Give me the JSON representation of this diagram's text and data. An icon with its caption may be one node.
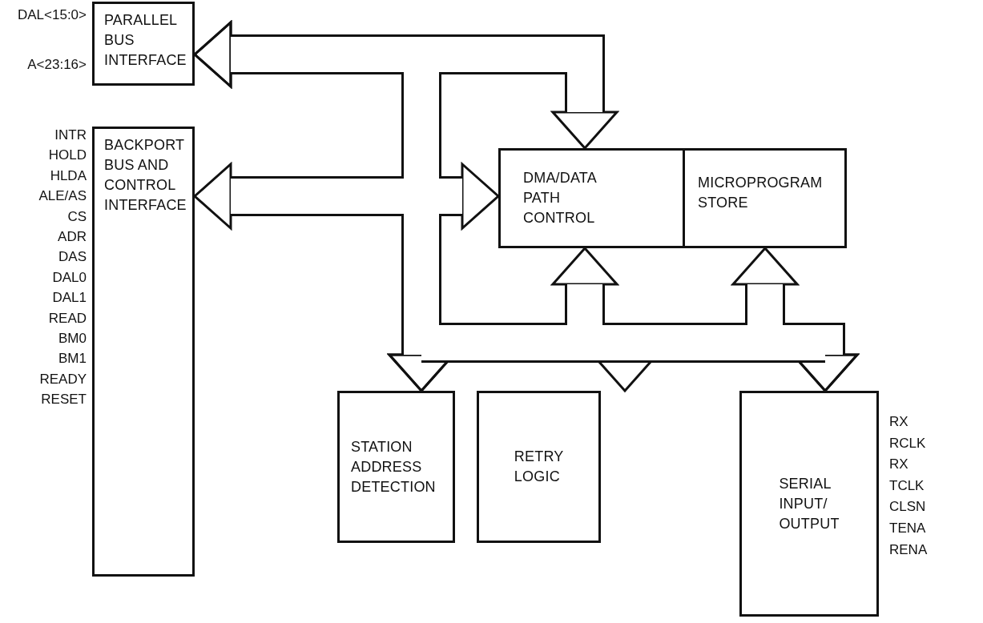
{
  "diagram": {
    "nodes": [
      {
        "text": [
          "PARALLEL BUS INTERFACE"
        ],
        "beside": [
          "DAL<15:0>",
          "A<23:16>"
        ]
      },
      {
        "text": [
          "BACKPORT BUS AND CONTROL INTERFACE"
        ],
        "beside": [
          "INTR",
          "HOLD",
          "HLDA",
          "ALE/AS",
          "CS",
          "ADR",
          "DAS",
          "DAL0",
          "DAL1",
          "READ",
          "BM0",
          "BM1",
          "READY",
          "RESET"
        ]
      },
      {
        "text": [
          "DMA/DATA PATH CONTROL"
        ]
      },
      {
        "text": [
          "MICROPROGRAM STORE"
        ]
      },
      {
        "text": [
          "STATION ADDRESS DETECTION"
        ]
      },
      {
        "text": [
          "RETRY LOGIC"
        ]
      },
      {
        "text": [
          "SERIAL INPUT/ OUTPUT"
        ],
        "beside": [
          "RX",
          "RCLK",
          "RX",
          "TCLK",
          "CLSN",
          "TENA",
          "RENA"
        ]
      }
    ],
    "edges": [
      {
        "from": 0,
        "to": 2,
        "arrow": "both"
      },
      {
        "from": 1,
        "to": 2,
        "arrow": "both"
      },
      {
        "from": 0,
        "to": 4,
        "arrow": "both"
      },
      {
        "from": 2,
        "to": 5,
        "arrow": "both"
      },
      {
        "from": 3,
        "to": 6,
        "arrow": "both"
      },
      {
        "from": 4,
        "to": 6,
        "arrow": "both"
      }
    ]
  }
}
